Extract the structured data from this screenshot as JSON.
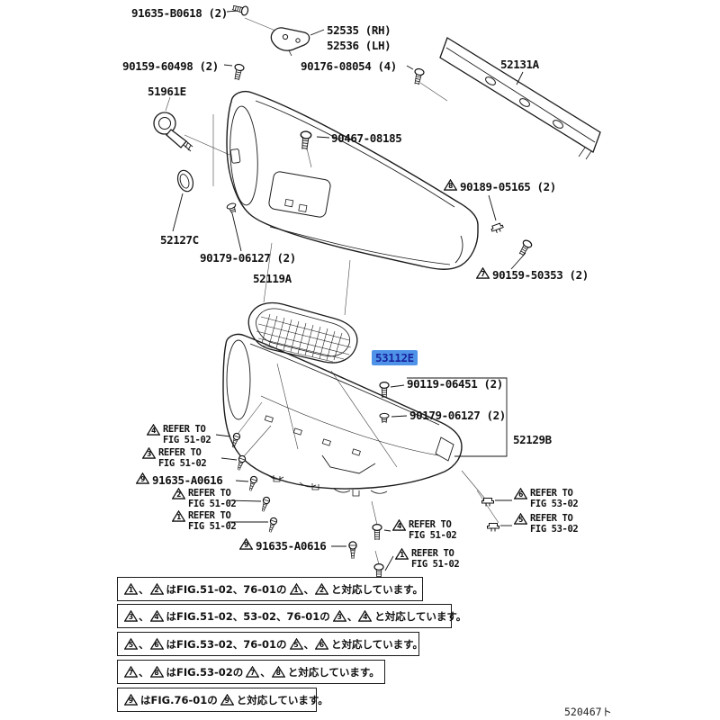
{
  "doc": {
    "number": "520467ト",
    "line_color": "#1a1a1a",
    "highlight_bg": "#4f93e8",
    "highlight_text": "#18249e"
  },
  "labels": [
    {
      "text": "91635-B0618 (2)"
    },
    {
      "text": "52535 (RH)"
    },
    {
      "text": "52536 (LH)"
    },
    {
      "text": "90159-60498 (2)"
    },
    {
      "text": "90176-08054 (4)"
    },
    {
      "text": "52131A"
    },
    {
      "text": "51961E"
    },
    {
      "text": "90467-08185"
    },
    {
      "tri": 8,
      "text": "90189-05165 (2)"
    },
    {
      "text": "52127C"
    },
    {
      "text": "90179-06127 (2)"
    },
    {
      "text": "52119A"
    },
    {
      "tri": 7,
      "text": "90159-50353 (2)"
    },
    {
      "text": "53112E",
      "highlight": true
    },
    {
      "text": "90119-06451 (2)"
    },
    {
      "text": "90179-06127 (2)"
    },
    {
      "text": "52129B"
    },
    {
      "tri": 9,
      "text": "91635-A0616"
    },
    {
      "tri": 9,
      "text": "91635-A0616"
    }
  ],
  "refer_notes": [
    {
      "tri": 4,
      "line1": "REFER TO",
      "line2": "FIG 51-02"
    },
    {
      "tri": 3,
      "line1": "REFER TO",
      "line2": "FIG 51-02"
    },
    {
      "tri": 2,
      "line1": "REFER TO",
      "line2": "FIG 51-02"
    },
    {
      "tri": 1,
      "line1": "REFER TO",
      "line2": "FIG 51-02"
    },
    {
      "tri": 4,
      "line1": "REFER TO",
      "line2": "FIG 51-02"
    },
    {
      "tri": 1,
      "line1": "REFER TO",
      "line2": "FIG 51-02"
    },
    {
      "tri": 6,
      "line1": "REFER TO",
      "line2": "FIG 53-02"
    },
    {
      "tri": 5,
      "line1": "REFER TO",
      "line2": "FIG 53-02"
    }
  ],
  "legend": {
    "rows": [
      {
        "tris_a": [
          1,
          2
        ],
        "mid": "はFIG.51-02、76-01の",
        "tris_b": [
          1,
          2
        ],
        "tail": "と対応しています。"
      },
      {
        "tris_a": [
          3,
          4
        ],
        "mid": "はFIG.51-02、53-02、76-01の",
        "tris_b": [
          3,
          4
        ],
        "tail": "と対応しています。"
      },
      {
        "tris_a": [
          5,
          6
        ],
        "mid": "はFIG.53-02、76-01の",
        "tris_b": [
          5,
          6
        ],
        "tail": "と対応しています。"
      },
      {
        "tris_a": [
          7,
          8
        ],
        "mid": "はFIG.53-02の",
        "tris_b": [
          7,
          8
        ],
        "tail": "と対応しています。"
      },
      {
        "tris_a": [
          9
        ],
        "mid": "はFIG.76-01の",
        "tris_b": [
          9
        ],
        "tail": "と対応しています。"
      }
    ]
  }
}
